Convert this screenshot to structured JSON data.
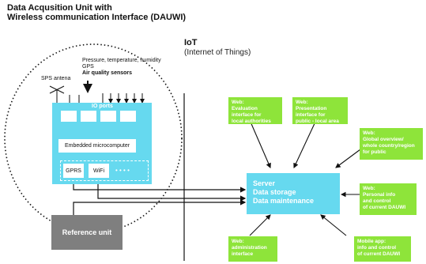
{
  "title_line1": "Data Acqusition Unit with",
  "title_line2": "Wireless communication Interface (DAUWI)",
  "iot_title": "IoT",
  "iot_subtitle": "(Internet of Things)",
  "sensors": {
    "line1": "Pressure, temperature, humidity",
    "line2": "GPS",
    "line3": "Air quality sensors"
  },
  "sps_antenna": "SPS antena",
  "io_ports": "IO ports",
  "microcomputer": "Embedded microcomputer",
  "gprs": "GPRS",
  "wifi": "WiFi",
  "dots": "• • • •",
  "reference_unit": "Reference unit",
  "server": {
    "line1": "Server",
    "line2": "Data storage",
    "line3": "Data maintenance"
  },
  "web_boxes": [
    {
      "lines": [
        "Web:",
        "Evaluation",
        "interface for",
        "local authorities"
      ]
    },
    {
      "lines": [
        "Web:",
        "Presentation",
        "interface for",
        "public - local area"
      ]
    },
    {
      "lines": [
        "Web:",
        "Global overview/",
        "whole country/region",
        "for public"
      ]
    },
    {
      "lines": [
        "Web:",
        "Personal info",
        "and control",
        "of current DAUWI"
      ]
    },
    {
      "lines": [
        "Web:",
        "administration",
        "interface"
      ]
    },
    {
      "lines": [
        "Mobile app:",
        "info and control",
        "of current DAUWI"
      ]
    }
  ],
  "colors": {
    "cyan": "#66d9ef",
    "green": "#8ee43a",
    "gray": "#7f7f7f"
  }
}
